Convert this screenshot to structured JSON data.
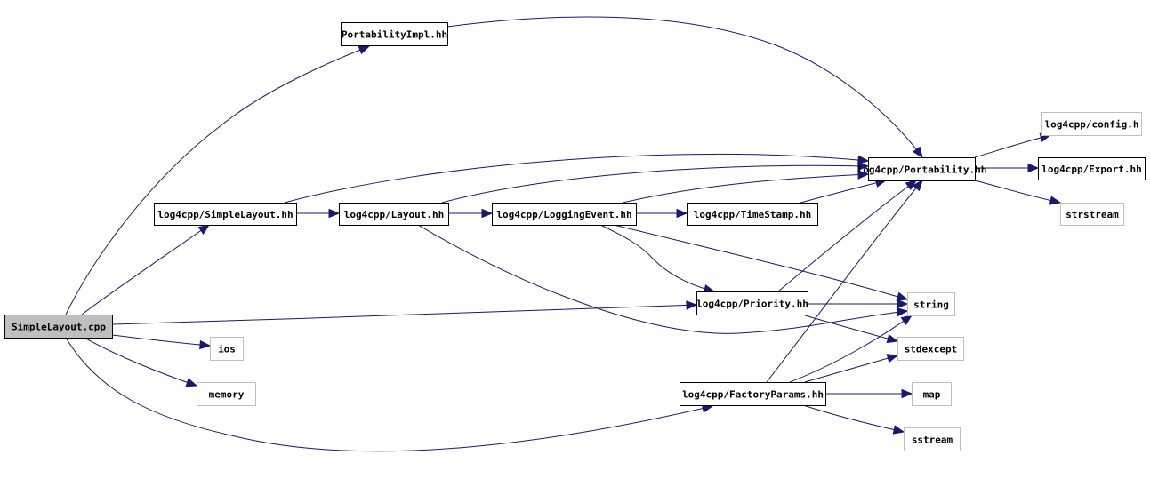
{
  "nodes": [
    {
      "id": "simplelayout_cpp",
      "label": "SimpleLayout.cpp",
      "kind": "root"
    },
    {
      "id": "portabilityimpl",
      "label": "PortabilityImpl.hh",
      "kind": "internal"
    },
    {
      "id": "simplelayout_hh",
      "label": "log4cpp/SimpleLayout.hh",
      "kind": "internal"
    },
    {
      "id": "layout_hh",
      "label": "log4cpp/Layout.hh",
      "kind": "internal"
    },
    {
      "id": "loggingevent_hh",
      "label": "log4cpp/LoggingEvent.hh",
      "kind": "internal"
    },
    {
      "id": "timestamp_hh",
      "label": "log4cpp/TimeStamp.hh",
      "kind": "internal"
    },
    {
      "id": "portability_hh",
      "label": "log4cpp/Portability.hh",
      "kind": "internal"
    },
    {
      "id": "config_h",
      "label": "log4cpp/config.h",
      "kind": "external"
    },
    {
      "id": "export_hh",
      "label": "log4cpp/Export.hh",
      "kind": "internal"
    },
    {
      "id": "strstream",
      "label": "strstream",
      "kind": "external"
    },
    {
      "id": "priority_hh",
      "label": "log4cpp/Priority.hh",
      "kind": "internal"
    },
    {
      "id": "string",
      "label": "string",
      "kind": "external"
    },
    {
      "id": "stdexcept",
      "label": "stdexcept",
      "kind": "external"
    },
    {
      "id": "ios",
      "label": "ios",
      "kind": "external"
    },
    {
      "id": "memory",
      "label": "memory",
      "kind": "external"
    },
    {
      "id": "factoryparams_hh",
      "label": "log4cpp/FactoryParams.hh",
      "kind": "internal"
    },
    {
      "id": "map",
      "label": "map",
      "kind": "external"
    },
    {
      "id": "sstream",
      "label": "sstream",
      "kind": "external"
    }
  ],
  "edges": [
    {
      "from": "simplelayout_cpp",
      "to": "portabilityimpl"
    },
    {
      "from": "simplelayout_cpp",
      "to": "simplelayout_hh"
    },
    {
      "from": "simplelayout_cpp",
      "to": "priority_hh"
    },
    {
      "from": "simplelayout_cpp",
      "to": "ios"
    },
    {
      "from": "simplelayout_cpp",
      "to": "memory"
    },
    {
      "from": "simplelayout_cpp",
      "to": "factoryparams_hh"
    },
    {
      "from": "portabilityimpl",
      "to": "string"
    },
    {
      "from": "simplelayout_hh",
      "to": "portability_hh"
    },
    {
      "from": "simplelayout_hh",
      "to": "layout_hh"
    },
    {
      "from": "layout_hh",
      "to": "portability_hh"
    },
    {
      "from": "layout_hh",
      "to": "loggingevent_hh"
    },
    {
      "from": "layout_hh",
      "to": "string"
    },
    {
      "from": "loggingevent_hh",
      "to": "portability_hh"
    },
    {
      "from": "loggingevent_hh",
      "to": "timestamp_hh"
    },
    {
      "from": "loggingevent_hh",
      "to": "priority_hh"
    },
    {
      "from": "loggingevent_hh",
      "to": "string"
    },
    {
      "from": "timestamp_hh",
      "to": "portability_hh"
    },
    {
      "from": "portability_hh",
      "to": "config_h"
    },
    {
      "from": "portability_hh",
      "to": "export_hh"
    },
    {
      "from": "portability_hh",
      "to": "strstream"
    },
    {
      "from": "priority_hh",
      "to": "portability_hh"
    },
    {
      "from": "priority_hh",
      "to": "string"
    },
    {
      "from": "priority_hh",
      "to": "stdexcept"
    },
    {
      "from": "factoryparams_hh",
      "to": "portability_hh"
    },
    {
      "from": "factoryparams_hh",
      "to": "string"
    },
    {
      "from": "factoryparams_hh",
      "to": "stdexcept"
    },
    {
      "from": "factoryparams_hh",
      "to": "map"
    },
    {
      "from": "factoryparams_hh",
      "to": "sstream"
    }
  ],
  "colors": {
    "edge": "#191970",
    "node_border": "#000000",
    "external_border": "#bfbfbf",
    "root_fill": "#bfbfbf",
    "node_fill": "#ffffff"
  }
}
